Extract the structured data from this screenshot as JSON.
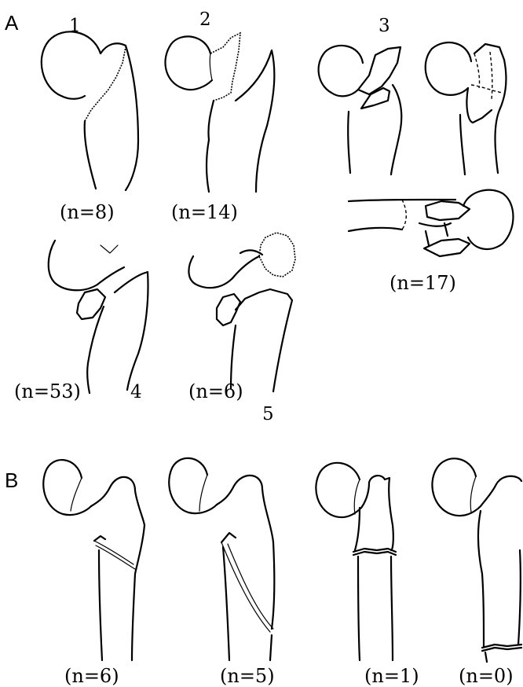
{
  "panels": {
    "a": {
      "letter": "A",
      "types": [
        {
          "number": "1",
          "count": "(n=8)"
        },
        {
          "number": "2",
          "count": "(n=14)"
        },
        {
          "number": "3",
          "count": "(n=17)"
        },
        {
          "number": "4",
          "count": "(n=53)"
        },
        {
          "number": "5",
          "count": "(n=6)"
        }
      ]
    },
    "b": {
      "letter": "B",
      "counts": [
        "(n=6)",
        "(n=5)",
        "(n=1)",
        "(n=0)"
      ]
    }
  }
}
